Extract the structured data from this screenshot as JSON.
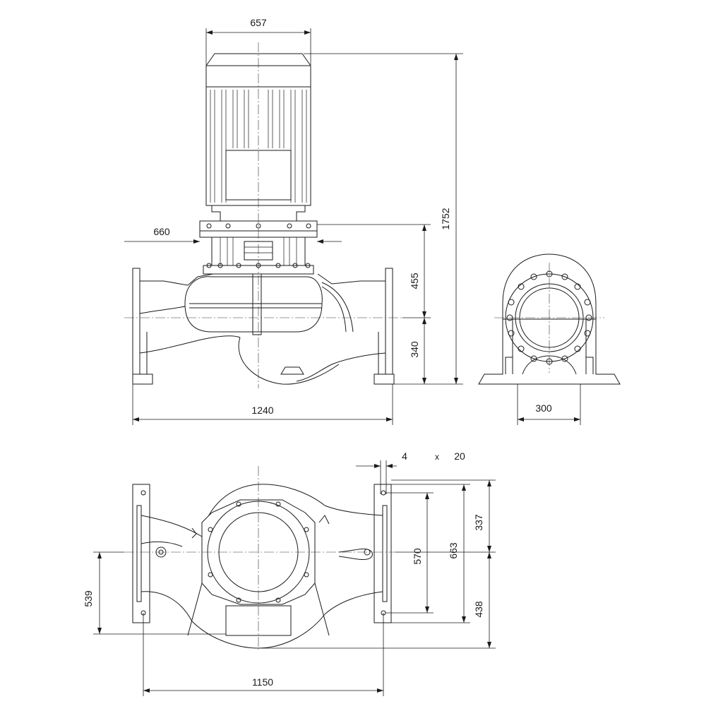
{
  "dimensions": {
    "motor_width": "657",
    "overall_height": "1752",
    "coupling_width": "660",
    "flange_to_axis": "455",
    "axis_to_floor": "340",
    "port_to_port": "1240",
    "foot_spacing": "300",
    "hole_count": "4",
    "times": "x",
    "hole_diameter": "20",
    "bolt_y_to_axis_top": "337",
    "bolt_y_spacing": "570",
    "base_depth": "663",
    "bolt_y_to_axis_bottom": "438",
    "axis_to_back": "539",
    "bolt_x_spacing": "1150"
  }
}
